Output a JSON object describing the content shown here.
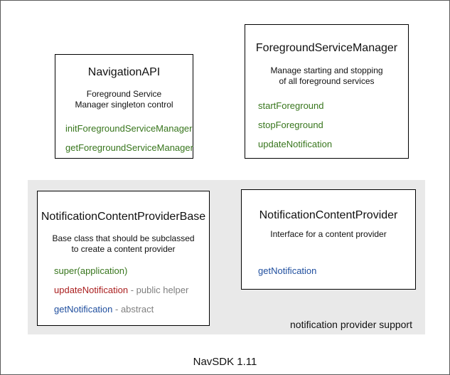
{
  "frame": {
    "footer_label": "NavSDK 1.11"
  },
  "colors": {
    "green": "#38761d",
    "red": "#aa1f1f",
    "blue": "#1f4e9e",
    "gray_suffix": "#7f7f7f",
    "region_bg": "#e9e9e9"
  },
  "region": {
    "label": "notification provider support"
  },
  "boxes": {
    "navigation_api": {
      "title": "NavigationAPI",
      "description": "Foreground Service\nManager singleton control",
      "methods": [
        {
          "label": "initForegroundServiceManager"
        },
        {
          "label": "getForegroundServiceManager"
        }
      ]
    },
    "foreground_service_manager": {
      "title": "ForegroundServiceManager",
      "description": "Manage starting and stopping\nof all foreground services",
      "methods": [
        {
          "label": "startForeground"
        },
        {
          "label": "stopForeground"
        },
        {
          "label": "updateNotification"
        }
      ]
    },
    "notification_content_provider_base": {
      "title": "NotificationContentProviderBase",
      "description": "Base class that should be subclassed\nto create a content provider",
      "methods": [
        {
          "label": "super(application)",
          "suffix": ""
        },
        {
          "label": "updateNotification",
          "suffix": " - public helper"
        },
        {
          "label": "getNotification",
          "suffix": " - abstract"
        }
      ]
    },
    "notification_content_provider": {
      "title": "NotificationContentProvider",
      "description": "Interface for a content provider",
      "methods": [
        {
          "label": "getNotification"
        }
      ]
    }
  }
}
